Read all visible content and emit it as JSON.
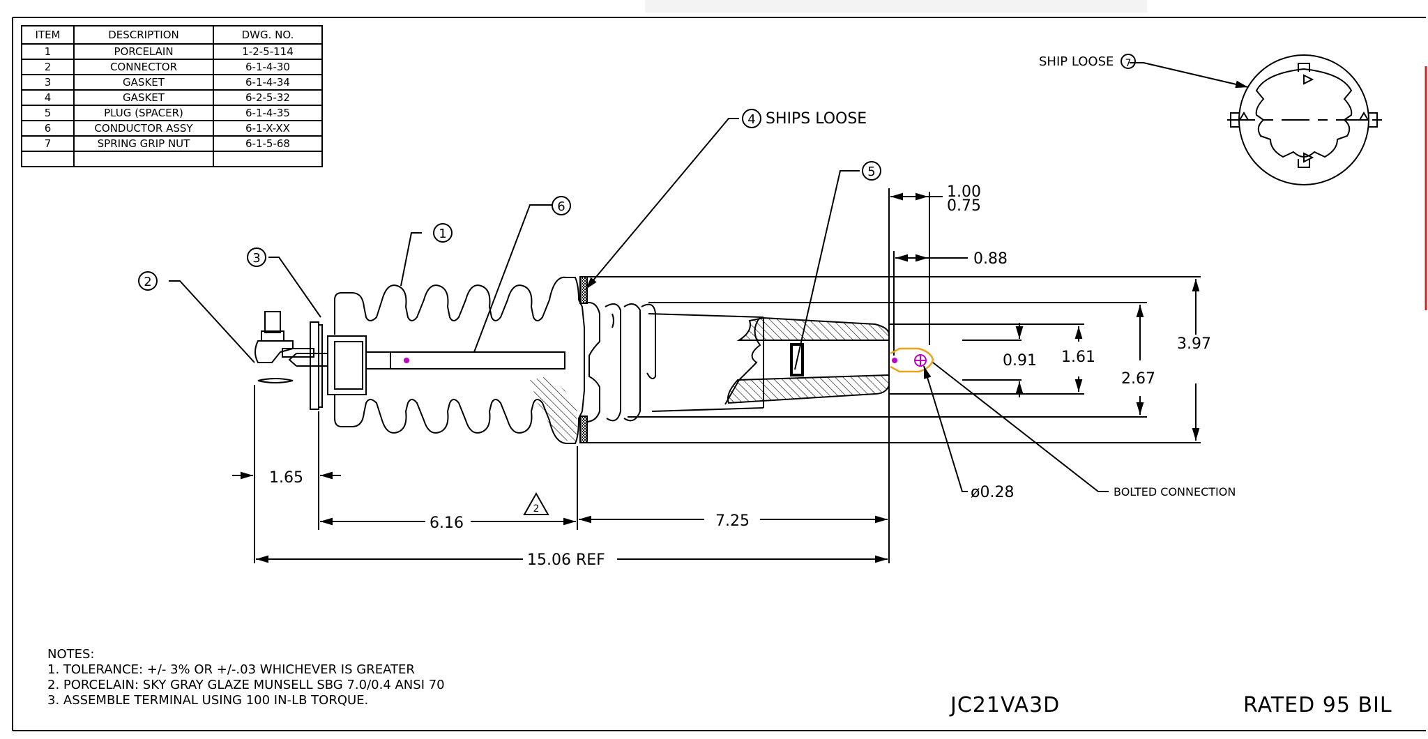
{
  "bom": {
    "headers": [
      "ITEM",
      "DESCRIPTION",
      "DWG. NO."
    ],
    "rows": [
      {
        "item": "1",
        "description": "PORCELAIN",
        "dwg": "1-2-5-114"
      },
      {
        "item": "2",
        "description": "CONNECTOR",
        "dwg": "6-1-4-30"
      },
      {
        "item": "3",
        "description": "GASKET",
        "dwg": "6-1-4-34"
      },
      {
        "item": "4",
        "description": "GASKET",
        "dwg": "6-2-5-32"
      },
      {
        "item": "5",
        "description": "PLUG (SPACER)",
        "dwg": "6-1-4-35"
      },
      {
        "item": "6",
        "description": "CONDUCTOR ASSY",
        "dwg": "6-1-X-XX"
      },
      {
        "item": "7",
        "description": "SPRING GRIP NUT",
        "dwg": "6-1-5-68"
      },
      {
        "item": "",
        "description": "",
        "dwg": ""
      }
    ]
  },
  "callouts": {
    "ship_loose_7": "SHIP LOOSE",
    "ships_loose_4": "SHIPS LOOSE",
    "bolted_connection": "BOLTED CONNECTION",
    "balloons": [
      "1",
      "2",
      "3",
      "4",
      "5",
      "6",
      "7"
    ],
    "revision_triangle": "2"
  },
  "dimensions": {
    "d_1_00": "1.00",
    "d_0_75": "0.75",
    "d_0_88": "0.88",
    "d_0_91": "0.91",
    "d_1_61": "1.61",
    "d_2_67": "2.67",
    "d_3_97": "3.97",
    "d_1_65": "1.65",
    "d_6_16": "6.16",
    "d_7_25": "7.25",
    "d_15_06": "15.06 REF",
    "d_dia": "ø0.28"
  },
  "notes": {
    "heading": "NOTES:",
    "items": [
      "1.  TOLERANCE: +/- 3% OR +/-.03 WHICHEVER IS GREATER",
      "2.  PORCELAIN: SKY GRAY GLAZE MUNSELL SBG 7.0/0.4 ANSI 70",
      "3.  ASSEMBLE TERMINAL USING 100 IN-LB TORQUE."
    ]
  },
  "title_block": {
    "part_number": "JC21VA3D",
    "rating": "RATED 95 BIL"
  },
  "colors": {
    "line": "#000000",
    "highlight": "#e8a317",
    "point": "#c000c0",
    "frame_accent": "#cc2222"
  }
}
